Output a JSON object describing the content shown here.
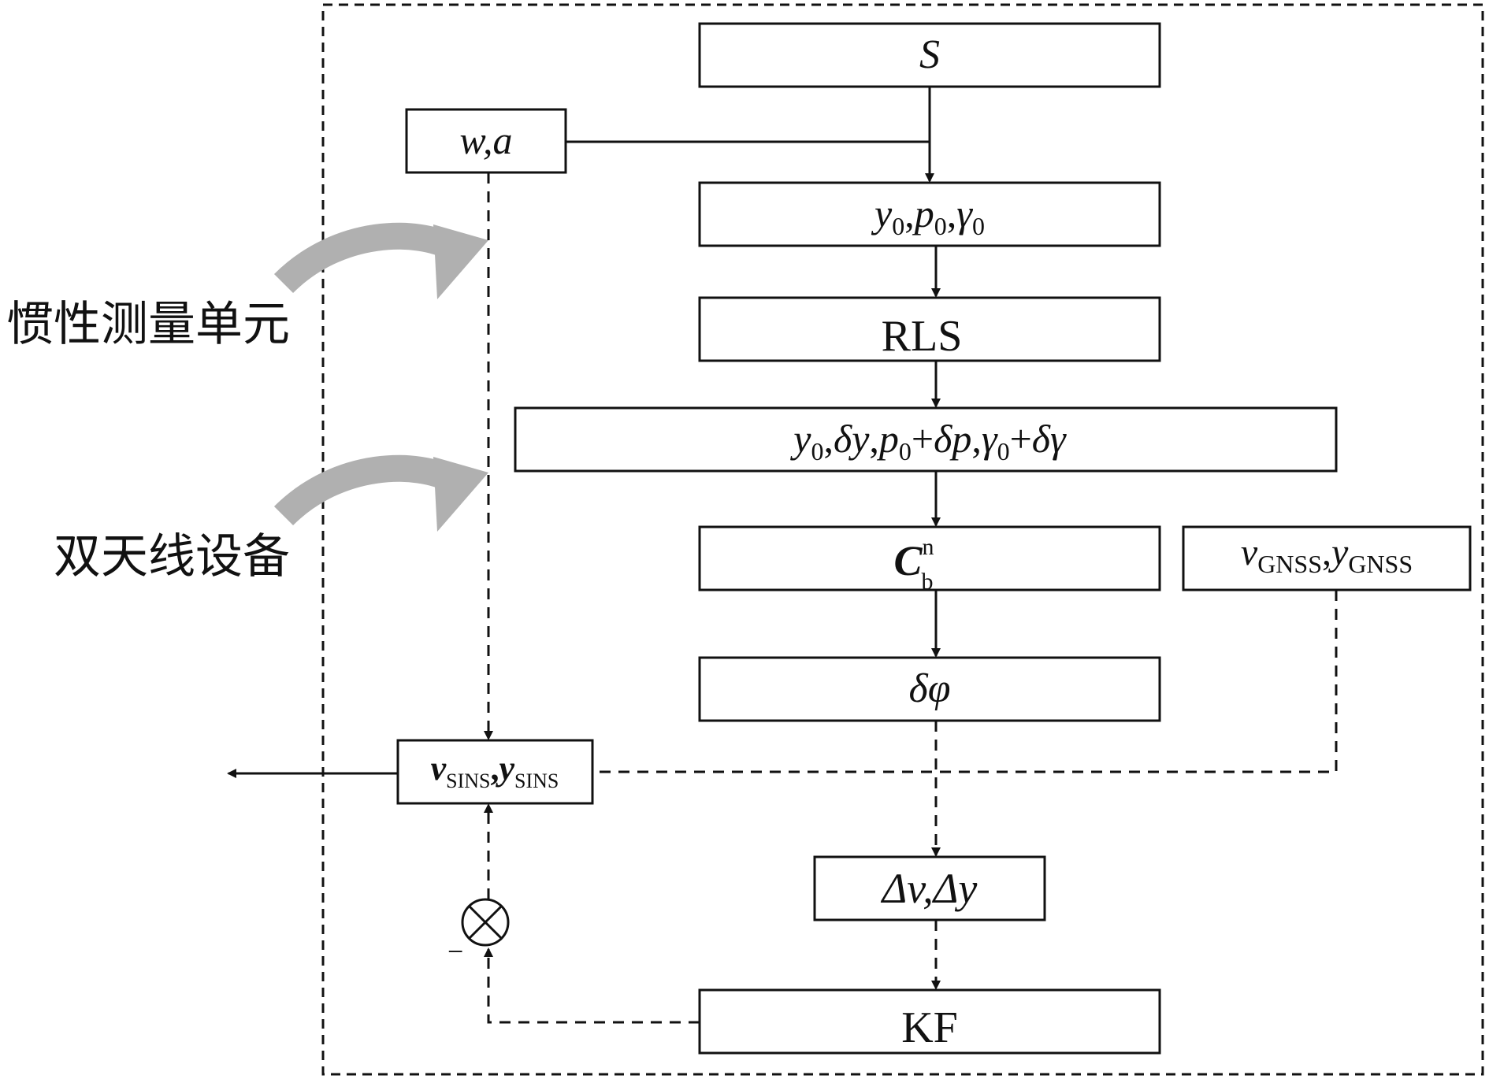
{
  "diagram": {
    "boxes": {
      "s": "S",
      "wa": "w,a",
      "initial": {
        "y": "y",
        "p": "p",
        "g": "γ",
        "sub0": "0",
        "sep": ","
      },
      "rls": "RLS",
      "updated": {
        "y": "y",
        "dy": "δy",
        "p": "p",
        "dp": "δp",
        "g": "γ",
        "dg": "δγ",
        "sub0": "0",
        "plus": "+",
        "sep": ","
      },
      "cbn": {
        "main": "C",
        "sup": "n",
        "sub": "b"
      },
      "dphi": "δφ",
      "gnss": {
        "v": "v",
        "y": "y",
        "sub": "GNSS",
        "sep": ","
      },
      "sins": {
        "v": "v",
        "y": "y",
        "sub": "SINS",
        "sep": ","
      },
      "dv_dy": "Δv,Δy",
      "kf": "KF"
    },
    "labels": {
      "imu": "惯性测量单元",
      "dual_antenna": "双天线设备",
      "minus": "−",
      "multiply": "⊗"
    }
  }
}
